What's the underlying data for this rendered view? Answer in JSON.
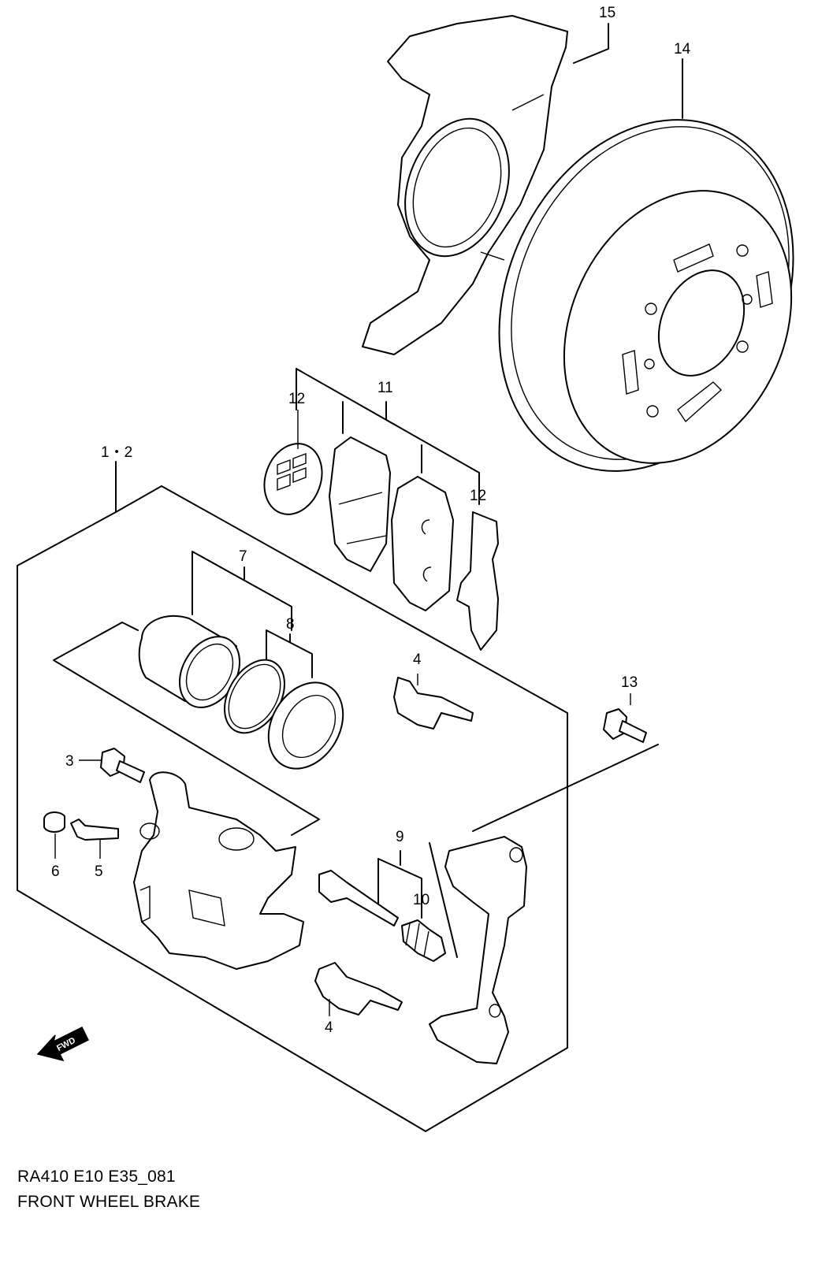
{
  "callouts": {
    "c15": "15",
    "c14": "14",
    "c12a": "12",
    "c11": "11",
    "c12b": "12",
    "c1_2": "1・2",
    "c7": "7",
    "c8": "8",
    "c4a": "4",
    "c13": "13",
    "c3": "3",
    "c6": "6",
    "c5": "5",
    "c9": "9",
    "c10": "10",
    "c4b": "4"
  },
  "fwd_label": "FWD",
  "caption": {
    "code": "RA410 E10 E35_081",
    "title": "FRONT WHEEL BRAKE"
  },
  "colors": {
    "line": "#000000",
    "background": "#ffffff"
  }
}
